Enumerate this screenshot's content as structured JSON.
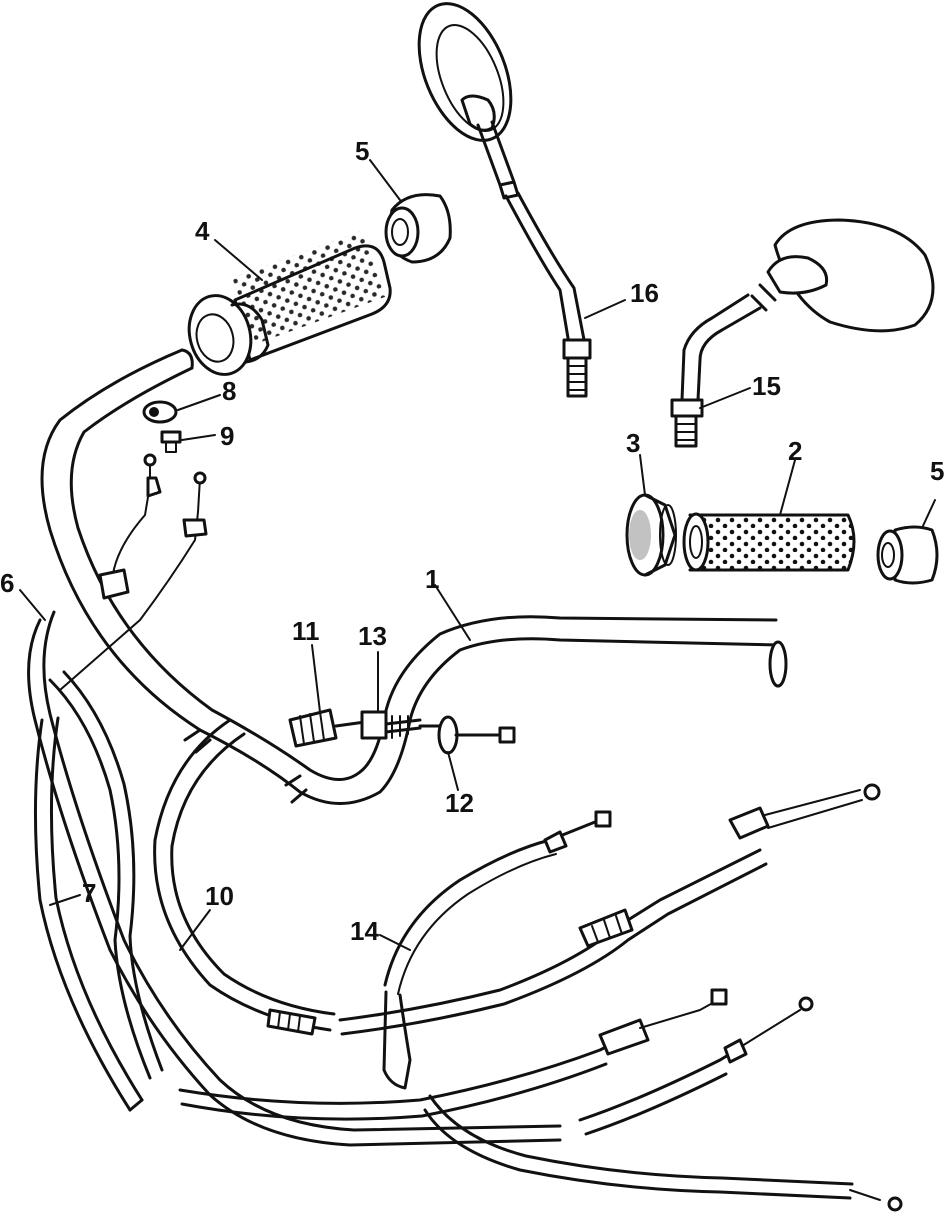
{
  "diagram": {
    "labels": {
      "p1": "1",
      "p2": "2",
      "p3": "3",
      "p4": "4",
      "p5a": "5",
      "p5b": "5",
      "p6": "6",
      "p7": "7",
      "p8": "8",
      "p9": "9",
      "p10": "10",
      "p11": "11",
      "p12": "12",
      "p13": "13",
      "p14": "14",
      "p15": "15",
      "p16": "16"
    }
  }
}
